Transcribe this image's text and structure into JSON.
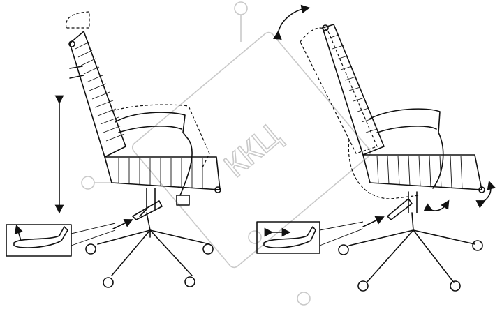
{
  "watermark": {
    "text": "ККЦ",
    "color": "#c9c9c9"
  },
  "figures": [
    {
      "name": "height-adjustment",
      "inset_icon": "lever-up-arrow-icon",
      "main_arrow": "vertical-double-arrow-icon"
    },
    {
      "name": "tilt-adjustment",
      "inset_icon": "lever-horizontal-arrow-icon",
      "main_arrow": "curved-double-arrow-icon"
    }
  ],
  "colors": {
    "line": "#111111",
    "background": "#ffffff"
  }
}
